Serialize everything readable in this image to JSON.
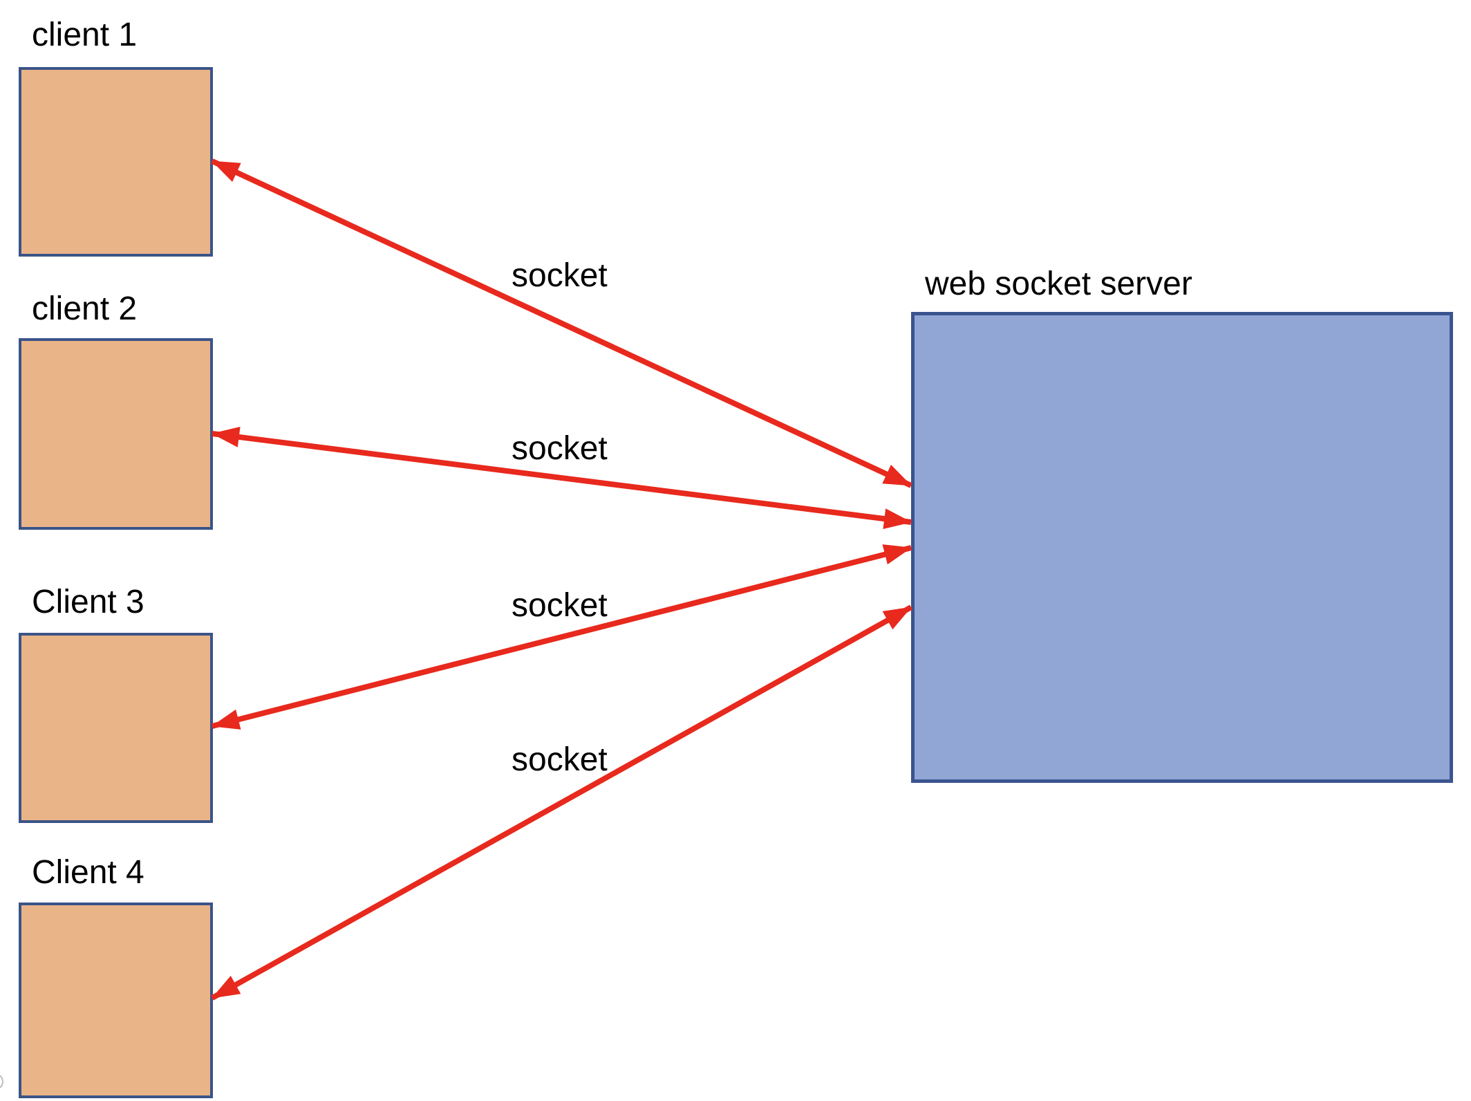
{
  "diagram": {
    "clients": [
      {
        "label": "client 1"
      },
      {
        "label": "client 2"
      },
      {
        "label": "Client 3"
      },
      {
        "label": "Client 4"
      }
    ],
    "server": {
      "label": "web socket server"
    },
    "connections": [
      {
        "label": "socket"
      },
      {
        "label": "socket"
      },
      {
        "label": "socket"
      },
      {
        "label": "socket"
      }
    ],
    "colors": {
      "client_fill": "#EAB489",
      "client_border": "#3B5488",
      "server_fill": "#92A6D6",
      "server_border": "#3A5490",
      "arrow": "#E8291D",
      "label_text": "#000000",
      "background": "#FFFFFF"
    }
  }
}
